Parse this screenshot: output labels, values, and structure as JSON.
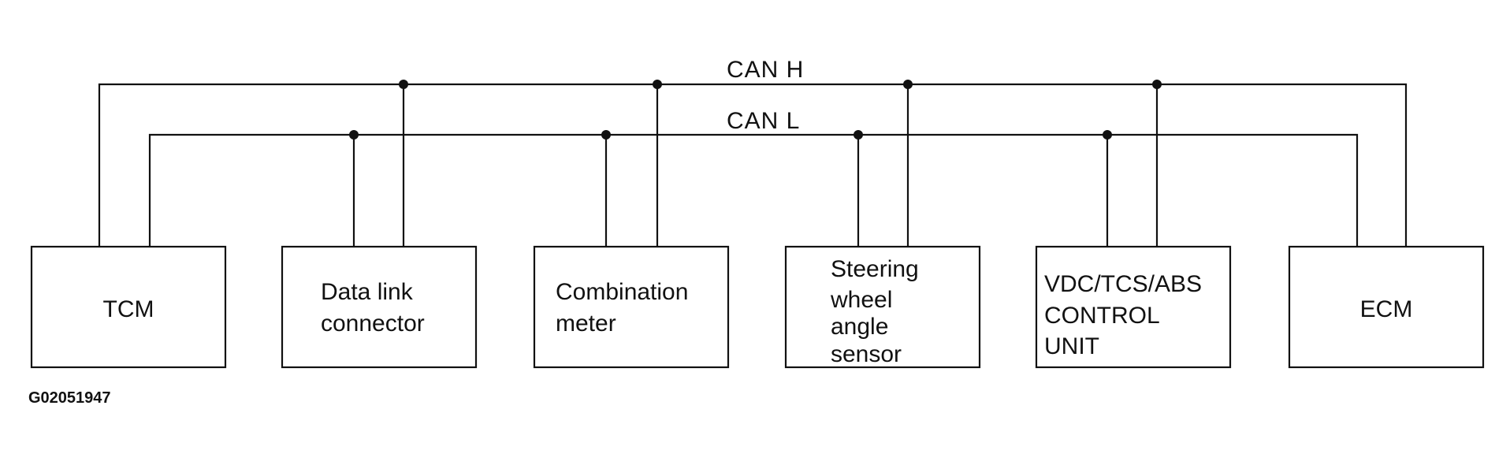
{
  "buses": {
    "can_h": "CAN H",
    "can_l": "CAN L"
  },
  "modules": [
    {
      "id": "tcm",
      "lines": [
        "TCM"
      ]
    },
    {
      "id": "data-link-connector",
      "lines": [
        "Data link",
        "connector"
      ]
    },
    {
      "id": "combination-meter",
      "lines": [
        "Combination",
        "meter"
      ]
    },
    {
      "id": "steering-wheel-angle-sensor",
      "lines": [
        "Steering",
        "wheel",
        "angle",
        "sensor"
      ]
    },
    {
      "id": "vdc-tcs-abs-control-unit",
      "lines": [
        "VDC/TCS/ABS",
        "CONTROL",
        "UNIT"
      ]
    },
    {
      "id": "ecm",
      "lines": [
        "ECM"
      ]
    }
  ],
  "figure_id": "G02051947"
}
